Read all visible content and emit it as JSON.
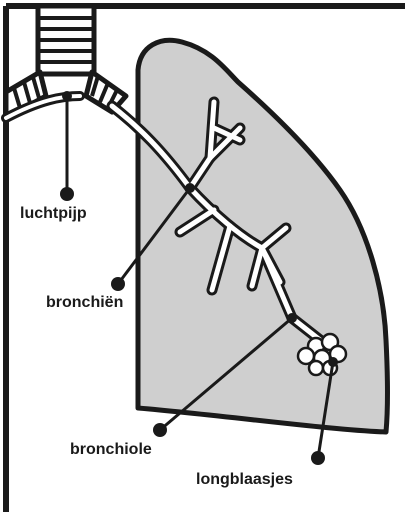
{
  "labels": {
    "trachea": "luchtpijp",
    "bronchi": "bronchiën",
    "bronchiole": "bronchiole",
    "alveoli": "longblaasjes"
  },
  "colors": {
    "lung_fill": "#cfcfcf",
    "outline": "#1a1a1a",
    "airway_fill": "#ffffff",
    "background": "#ffffff"
  }
}
